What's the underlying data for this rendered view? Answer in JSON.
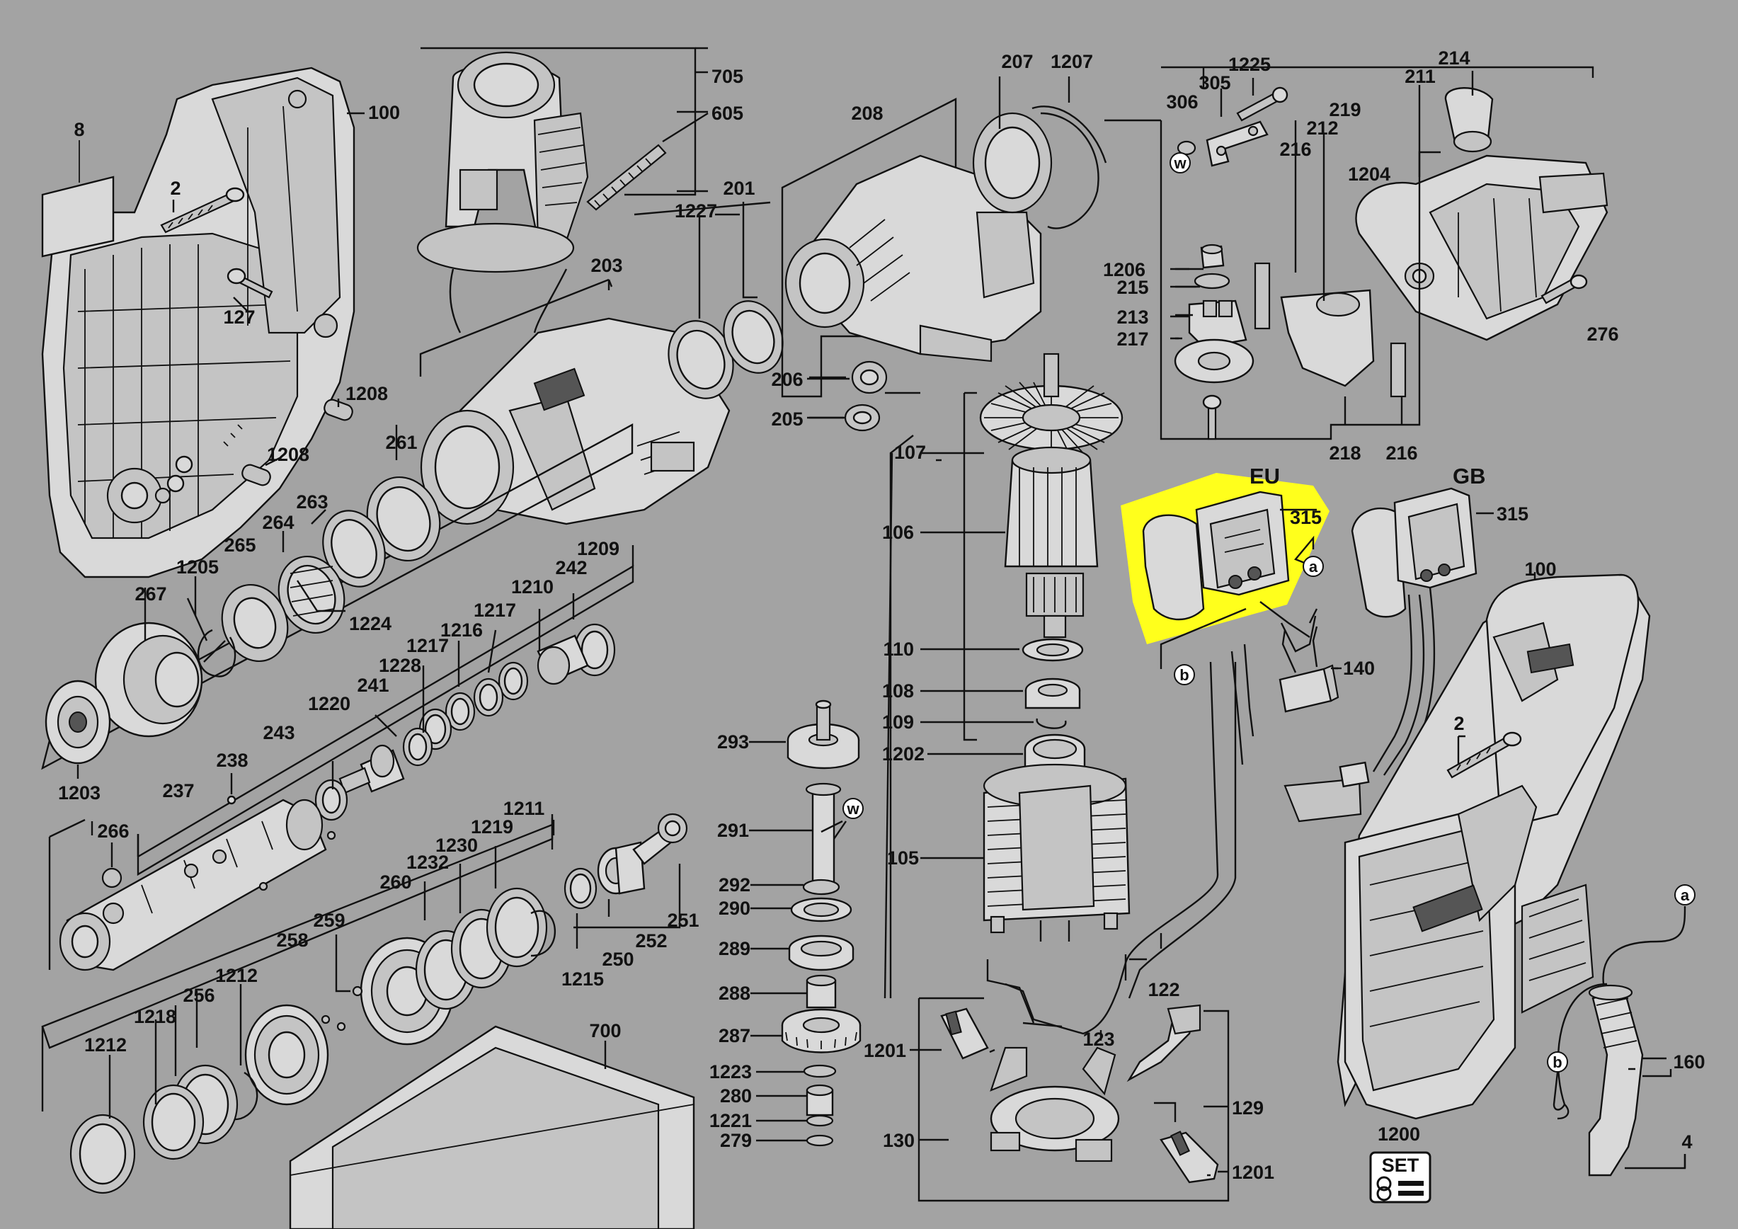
{
  "diagram": {
    "highlight_color": "#ffff1c",
    "background_color": "#a3a3a3",
    "region_labels": {
      "eu": "EU",
      "gb": "GB"
    },
    "set_badge": {
      "label": "SET"
    },
    "callouts": {
      "a": "a",
      "b": "b",
      "w": "w"
    },
    "part_numbers": {
      "p8": "8",
      "p100": "100",
      "p2": "2",
      "p127": "127",
      "p1208": "1208",
      "p705": "705",
      "p605": "605",
      "p203": "203",
      "p1227": "1227",
      "p201": "201",
      "p208": "208",
      "p207": "207",
      "p1207": "1207",
      "p206": "206",
      "p205": "205",
      "p306": "306",
      "p305": "305",
      "p1225": "1225",
      "p214": "214",
      "p211": "211",
      "p219": "219",
      "p212": "212",
      "p216": "216",
      "p1204": "1204",
      "p1206": "1206",
      "p215": "215",
      "p213": "213",
      "p217": "217",
      "p218": "218",
      "p276": "276",
      "p261": "261",
      "p263": "263",
      "p264": "264",
      "p265": "265",
      "p1224": "1224",
      "p1205": "1205",
      "p267": "267",
      "p1209": "1209",
      "p1210": "1210",
      "p242": "242",
      "p1217": "1217",
      "p1216": "1216",
      "p1228": "1228",
      "p241": "241",
      "p1220": "1220",
      "p243": "243",
      "p238": "238",
      "p237": "237",
      "p1203": "1203",
      "p266": "266",
      "p1211": "1211",
      "p1219": "1219",
      "p1230": "1230",
      "p1232": "1232",
      "p260": "260",
      "p259": "259",
      "p251": "251",
      "p252": "252",
      "p250": "250",
      "p1215": "1215",
      "p258": "258",
      "p1212": "1212",
      "p256": "256",
      "p1218": "1218",
      "p700": "700",
      "p107": "107",
      "p106": "106",
      "p110": "110",
      "p108": "108",
      "p109": "109",
      "p1202": "1202",
      "p105": "105",
      "p293": "293",
      "p291": "291",
      "p292": "292",
      "p290": "290",
      "p289": "289",
      "p288": "288",
      "p287": "287",
      "p1223": "1223",
      "p280": "280",
      "p1221": "1221",
      "p279": "279",
      "p315": "315",
      "p140": "140",
      "p122": "122",
      "p123": "123",
      "p1201": "1201",
      "p129": "129",
      "p130": "130",
      "p160": "160",
      "p4": "4",
      "p1200": "1200"
    }
  }
}
